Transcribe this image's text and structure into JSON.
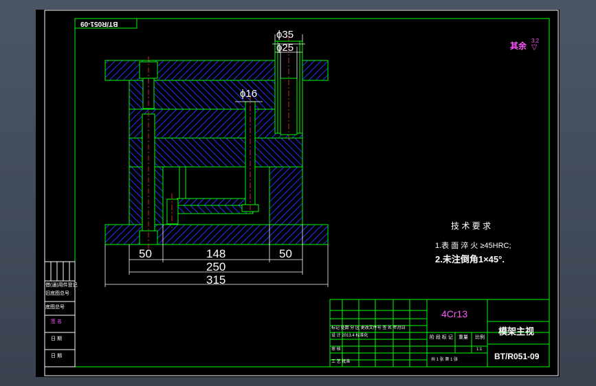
{
  "drawing_code_mirrored": "BT/R051-09",
  "roughness": {
    "label": "其余",
    "value": "3.2"
  },
  "dimensions": {
    "d35": "ϕ35",
    "d25": "ϕ25",
    "d16": "ϕ16",
    "w50_left": "50",
    "w148": "148",
    "w50_right": "50",
    "w250": "250",
    "w315": "315"
  },
  "tech_requirements": {
    "title": "技 术 要 求",
    "item1": "1.表 面 淬 火 ≥45HRC;",
    "item2": "2.未注倒角1×45°."
  },
  "title_block": {
    "material": "4Cr13",
    "drawing_title": "模架主视",
    "drawing_number": "BT/R051-09",
    "row_marks": "标记 处数 分 区 更改文件号 签 名 年月日",
    "row_design": "设 计  2013.4  标准化",
    "row_review": "审 核",
    "row_process": "工 艺  批准",
    "stage_label": "阶 段 标 记",
    "weight_label": "重量",
    "scale_label": "比例",
    "scale_value": "1:1",
    "sheets_label": "共 1 张  第 1 张"
  },
  "left_block": {
    "row1": "借(通)用件登记",
    "row2": "旧底图总号",
    "row3": "底图总号",
    "row4": "签 名",
    "row5": "日 期",
    "row6": "日 期"
  },
  "colors": {
    "frame": "#00ff00",
    "hatch": "#2233ff",
    "centerline": "#ff3333",
    "text": "#ffffff",
    "magenta": "#ff55ff"
  }
}
